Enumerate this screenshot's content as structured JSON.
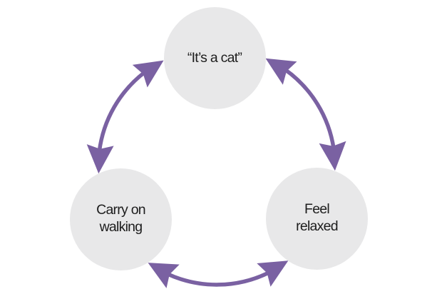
{
  "diagram": {
    "nodes": [
      {
        "id": "top",
        "label": "“It’s a cat”"
      },
      {
        "id": "bottom-left",
        "label": "Carry on\nwalking"
      },
      {
        "id": "bottom-right",
        "label": "Feel\nrelaxed"
      }
    ],
    "arrows": [
      {
        "id": "top-left",
        "between": [
          "top",
          "bottom-left"
        ],
        "style": "double-headed"
      },
      {
        "id": "top-right",
        "between": [
          "top",
          "bottom-right"
        ],
        "style": "double-headed"
      },
      {
        "id": "bottom",
        "between": [
          "bottom-left",
          "bottom-right"
        ],
        "style": "double-headed"
      }
    ]
  },
  "colors": {
    "background": "#ffffff",
    "node_fill": "#e8e8e9",
    "arrow": "#7a61a2",
    "text": "#1d1d1d"
  }
}
